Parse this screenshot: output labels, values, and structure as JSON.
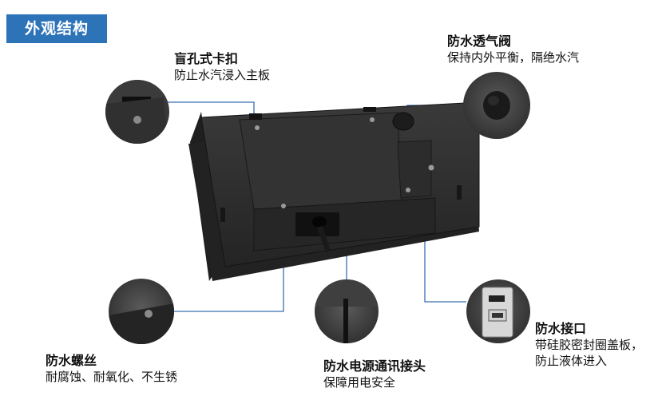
{
  "header": {
    "title": "外观结构"
  },
  "features": {
    "clip": {
      "title": "盲孔式卡扣",
      "desc": "防止水汽浸入主板"
    },
    "valve": {
      "title": "防水透气阀",
      "desc": "保持内外平衡，隔绝水汽"
    },
    "screw": {
      "title": "防水螺丝",
      "desc": "耐腐蚀、耐氧化、不生锈"
    },
    "power": {
      "title": "防水电源通讯接头",
      "desc": "保障用电安全"
    },
    "port": {
      "title": "防水接口",
      "desc1": "带硅胶密封圈盖板，",
      "desc2": "防止液体进入"
    }
  },
  "colors": {
    "accent": "#2d73b8",
    "leader": "#3a6fb5",
    "device": "#2b2b2b"
  }
}
